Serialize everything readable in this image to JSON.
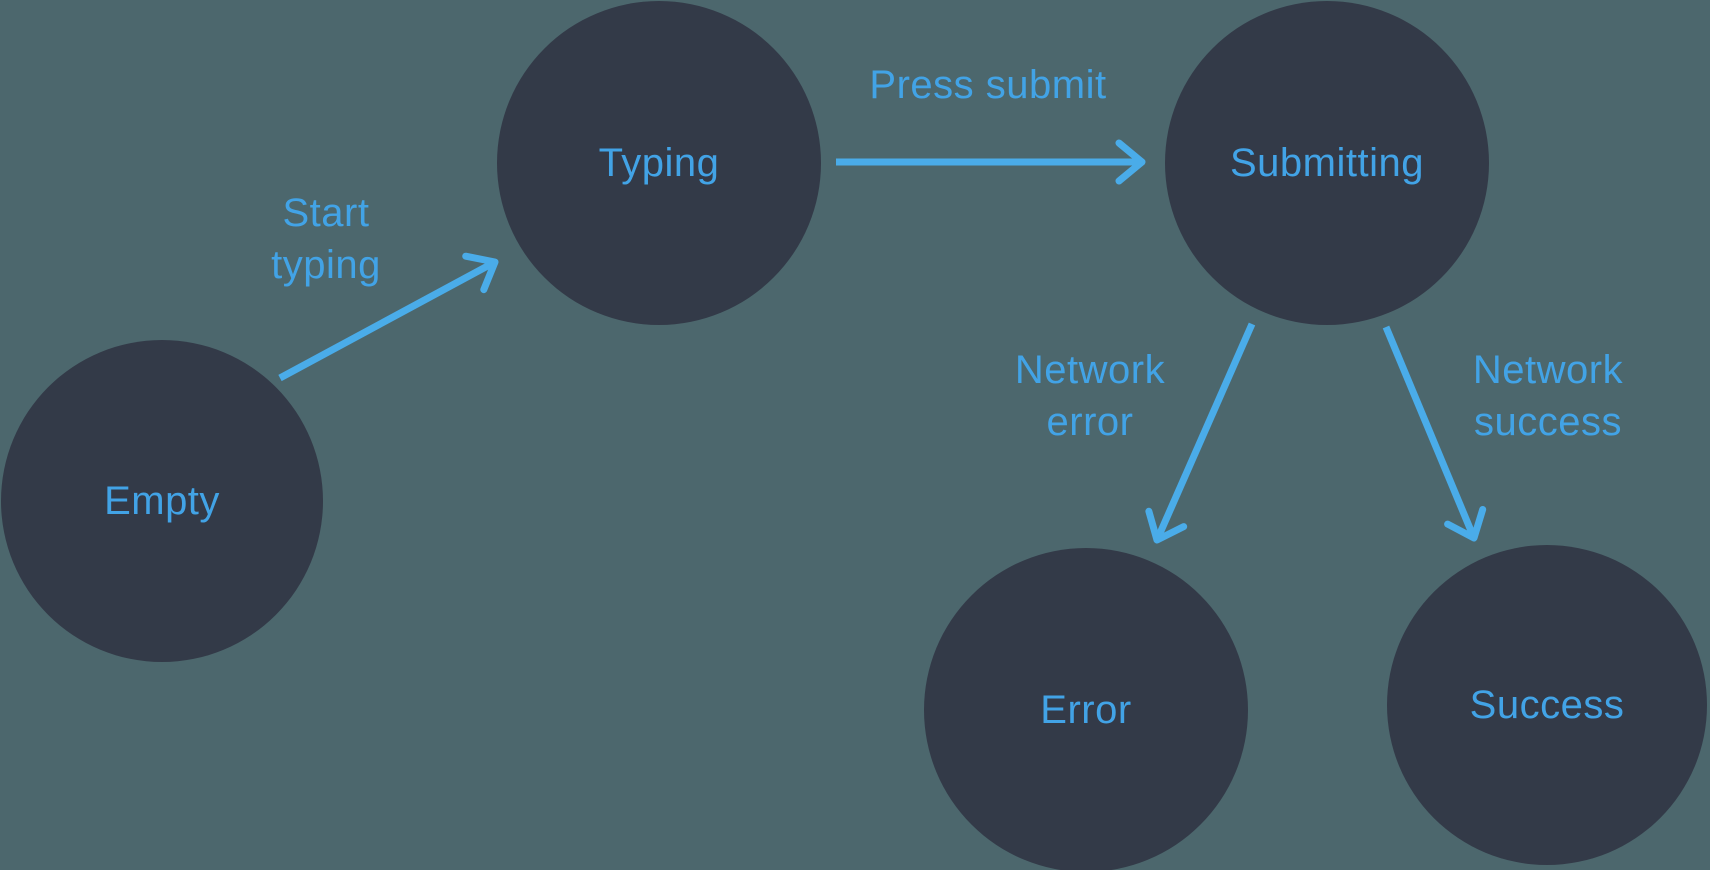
{
  "colors": {
    "background": "#4C676D",
    "node_fill": "#333A48",
    "label_blue": "#42A3E6",
    "arrow_blue": "#4AACE9"
  },
  "diagram": {
    "type": "state-machine",
    "states": [
      {
        "id": "empty",
        "label": "Empty"
      },
      {
        "id": "typing",
        "label": "Typing"
      },
      {
        "id": "submitting",
        "label": "Submitting"
      },
      {
        "id": "error",
        "label": "Error"
      },
      {
        "id": "success",
        "label": "Success"
      }
    ],
    "transitions": [
      {
        "from": "empty",
        "to": "typing",
        "label": "Start typing",
        "label_display": "Start\ntyping"
      },
      {
        "from": "typing",
        "to": "submitting",
        "label": "Press submit",
        "label_display": "Press submit"
      },
      {
        "from": "submitting",
        "to": "error",
        "label": "Network error",
        "label_display": "Network\nerror"
      },
      {
        "from": "submitting",
        "to": "success",
        "label": "Network success",
        "label_display": "Network\nsuccess"
      }
    ]
  }
}
